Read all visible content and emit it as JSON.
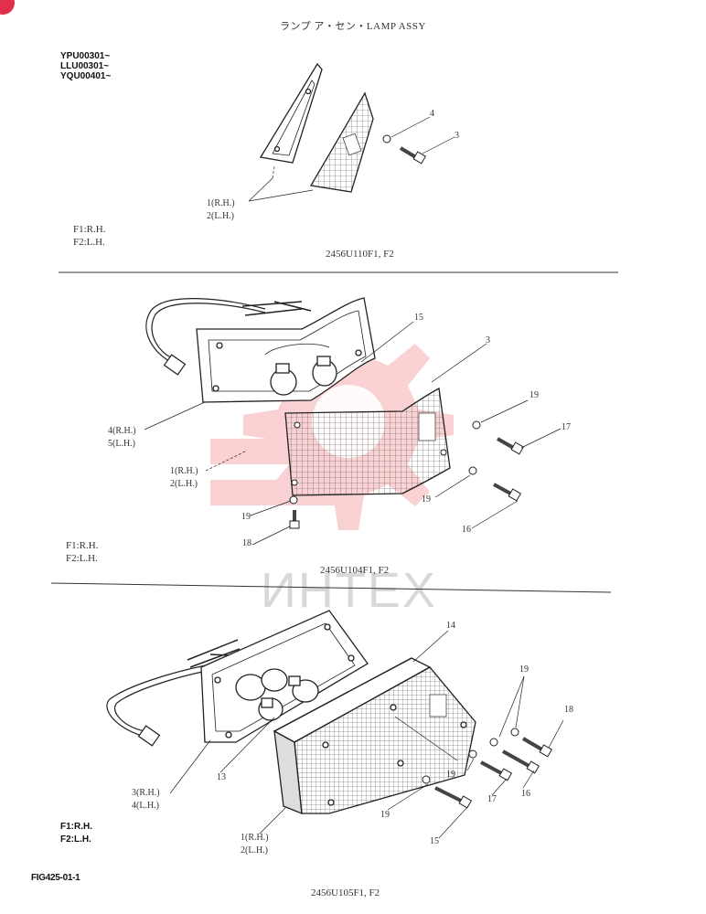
{
  "header": {
    "title": "ランプ ア・セン・LAMP ASSY"
  },
  "serials": [
    "YPU00301~",
    "LLU00301~",
    "YQU00401~"
  ],
  "sections": [
    {
      "code": "2456U110F1, F2",
      "legend": [
        "F1:R.H.",
        "F2:L.H."
      ],
      "callouts": [
        "4",
        "3",
        "1(R.H.)",
        "2(L.H.)"
      ]
    },
    {
      "code": "2456U104F1, F2",
      "legend": [
        "F1:R.H.",
        "F2:L.H."
      ],
      "callouts": [
        "15",
        "3",
        "19",
        "17",
        "4(R.H.)",
        "5(L.H.)",
        "1(R.H.)",
        "2(L.H.)",
        "19",
        "19",
        "16",
        "18"
      ]
    },
    {
      "code": "2456U105F1, F2",
      "legend": [
        "F1:R.H.",
        "F2:L.H."
      ],
      "callouts": [
        "14",
        "19",
        "18",
        "19",
        "16",
        "13",
        "17",
        "19",
        "15",
        "3(R.H.)",
        "4(L.H.)",
        "1(R.H.)",
        "2(L.H.)"
      ]
    }
  ],
  "figure_id": "FIG425-01-1",
  "watermark": {
    "text": "ИНТЕХ",
    "color": "#e8323c"
  }
}
